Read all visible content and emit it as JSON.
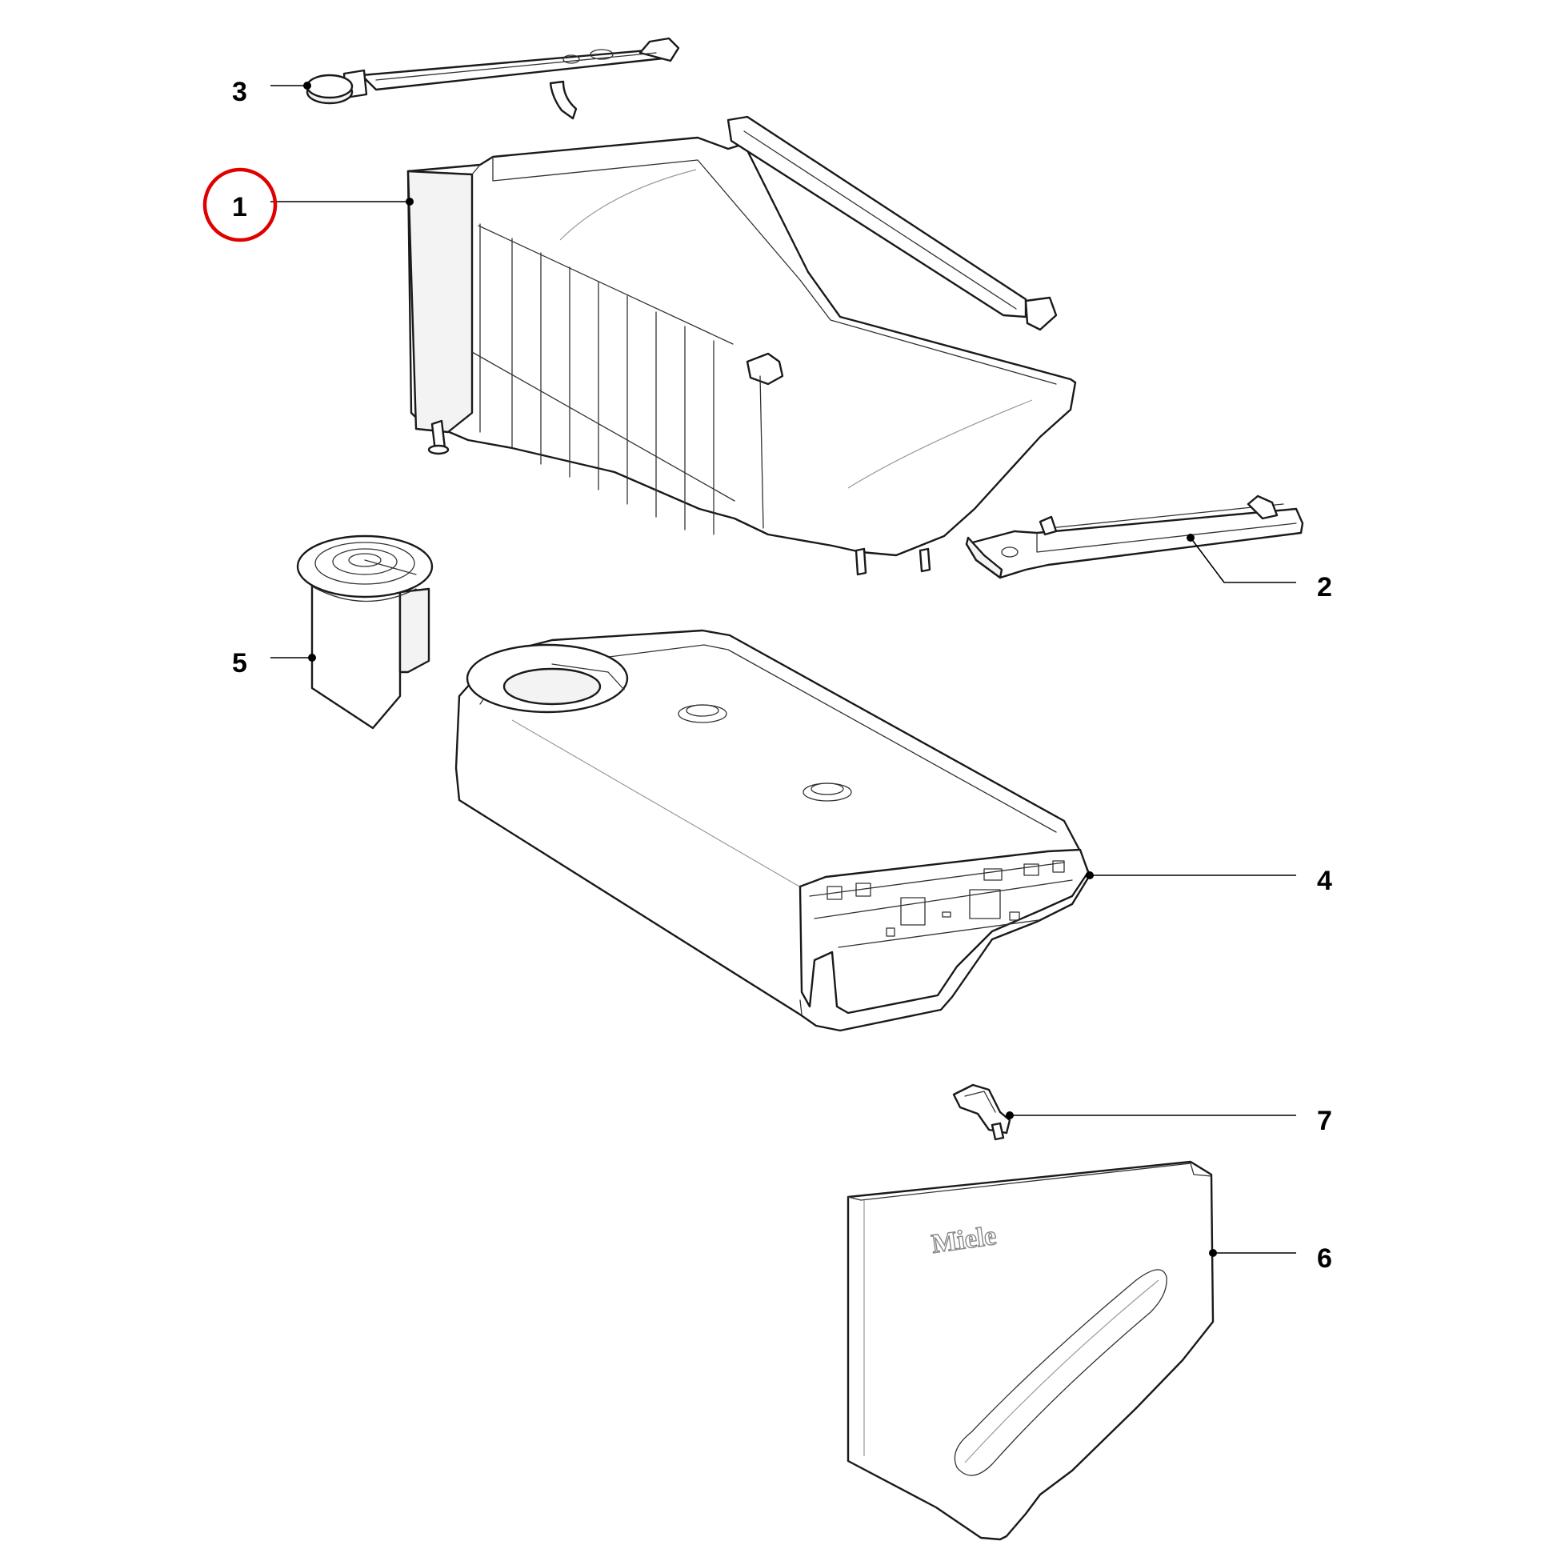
{
  "callouts": {
    "part_1": "1",
    "part_2": "2",
    "part_3": "3",
    "part_4": "4",
    "part_5": "5",
    "part_6": "6",
    "part_7": "7"
  },
  "highlighted_callout": "1",
  "highlight_color": "#e00000",
  "brand_logo": "Miele"
}
